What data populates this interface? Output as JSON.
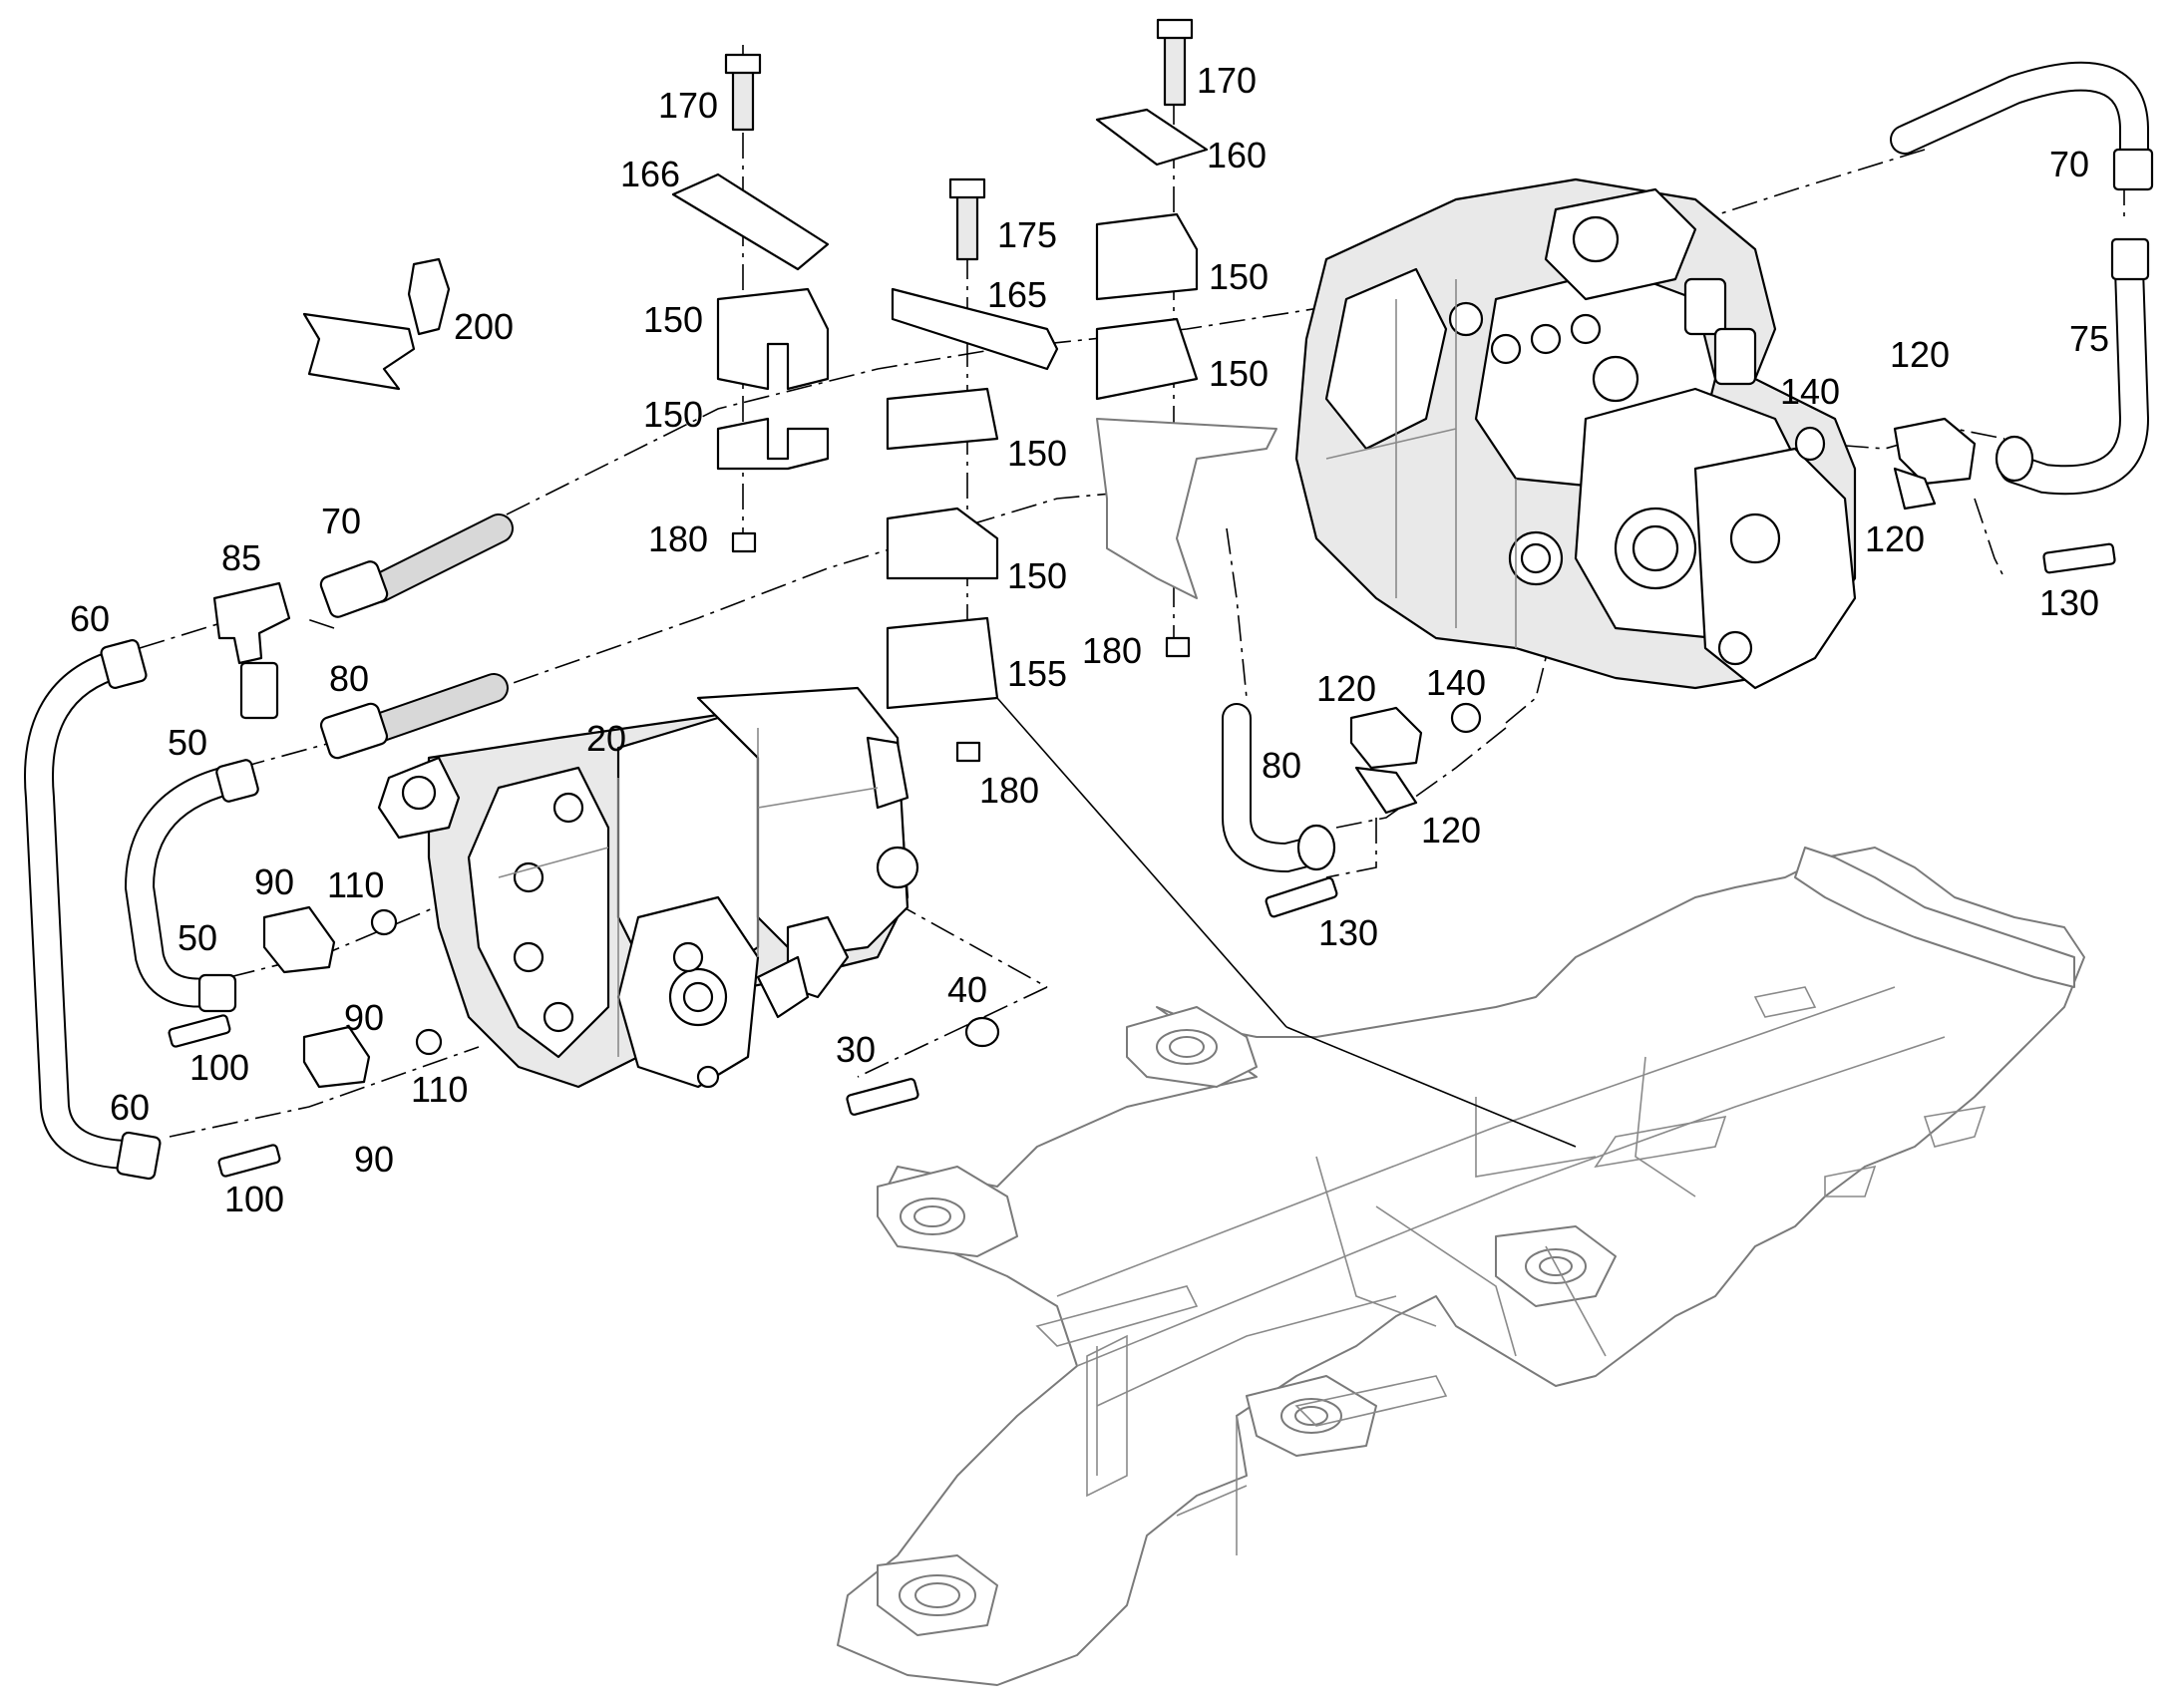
{
  "diagram": {
    "callouts": [
      "170",
      "170",
      "166",
      "160",
      "175",
      "165",
      "150",
      "150",
      "150",
      "150",
      "150",
      "150",
      "155",
      "180",
      "180",
      "180",
      "200",
      "70",
      "70",
      "85",
      "60",
      "60",
      "80",
      "80",
      "50",
      "50",
      "20",
      "90",
      "90",
      "90",
      "110",
      "110",
      "100",
      "100",
      "30",
      "40",
      "120",
      "120",
      "120",
      "120",
      "140",
      "140",
      "130",
      "130",
      "75"
    ]
  }
}
